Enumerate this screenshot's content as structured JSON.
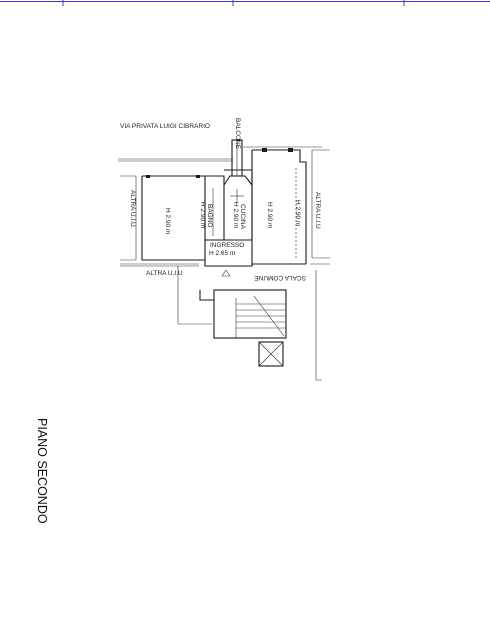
{
  "theme": {
    "frame_color": "#3b3bd1",
    "line_color": "#1a1a1a"
  },
  "plan": {
    "street": "VIA PRIVATA LUIGI CIBRARIO",
    "balcony": "BALCONE",
    "floor_title": "PIANO SECONDO",
    "neighbors": {
      "left": "ALTRA U.I.U.",
      "right": "ALTRA U.I.U",
      "bottom": "ALTRA U.I.U"
    },
    "common_stair": "SCALA COMUNE",
    "rooms": [
      {
        "id": "room-left",
        "height": "H 2.90 m"
      },
      {
        "id": "bathroom",
        "name": "BAGNO",
        "height": "H 2.90 m"
      },
      {
        "id": "kitchen",
        "name": "CUCINA",
        "height": "H 2.90 m"
      },
      {
        "id": "room-center",
        "height": "H 2.90 m"
      },
      {
        "id": "room-right",
        "height": "H 2.90 m"
      },
      {
        "id": "entrance",
        "name": "INGRESSO",
        "height": "H 2.65 m"
      }
    ]
  }
}
